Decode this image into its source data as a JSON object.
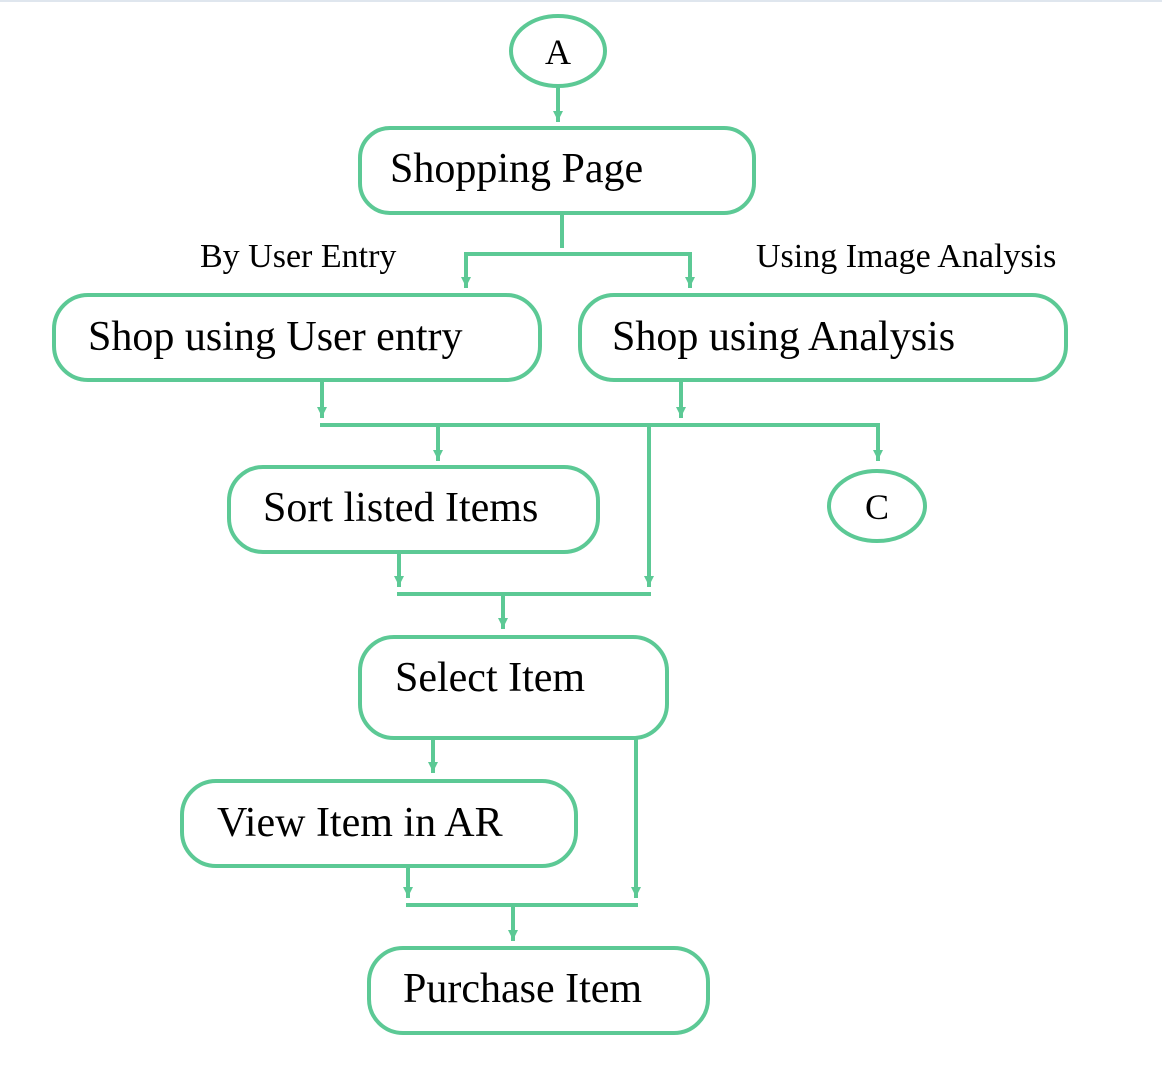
{
  "colors": {
    "stroke": "#5cc995",
    "text": "#000000",
    "background": "#ffffff"
  },
  "connectors": {
    "a": "A",
    "c": "C"
  },
  "nodes": {
    "shopping_page": "Shopping Page",
    "shop_user_entry": "Shop using User entry",
    "shop_analysis": "Shop using Analysis",
    "sort_items": "Sort listed Items",
    "select_item": "Select Item",
    "view_ar": "View Item in AR",
    "purchase_item": "Purchase Item"
  },
  "branch_labels": {
    "user_entry": "By User Entry",
    "image_analysis": "Using Image Analysis"
  }
}
